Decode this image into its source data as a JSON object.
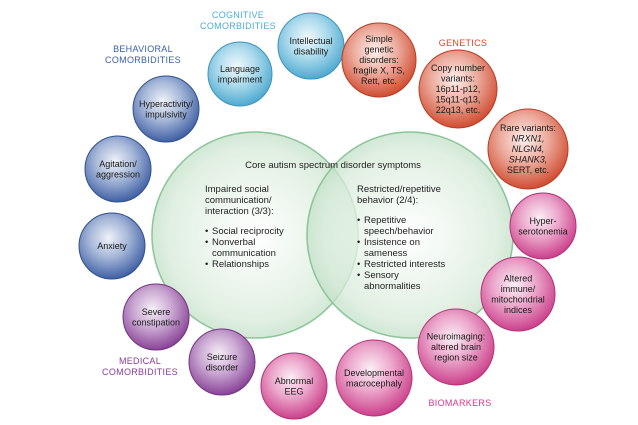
{
  "categories": {
    "cognitive": {
      "lines": [
        "COGNITIVE",
        "COMORBIDITIES"
      ],
      "color": "#4aaed8"
    },
    "behavioral": {
      "lines": [
        "BEHAVIORAL",
        "COMORBIDITIES"
      ],
      "color": "#3a5ea8"
    },
    "medical": {
      "lines": [
        "MEDICAL",
        "COMORBIDITIES"
      ],
      "color": "#8a3d9a"
    },
    "genetics": {
      "lines": [
        "GENETICS"
      ],
      "color": "#d8482a"
    },
    "biomarkers": {
      "lines": [
        "BIOMARKERS"
      ],
      "color": "#d23a8c"
    }
  },
  "venn": {
    "title": "Core autism spectrum disorder symptoms",
    "left": {
      "heading": [
        "Impaired social",
        "communication/",
        "interaction (3/3):"
      ],
      "bullets": [
        "Social reciprocity",
        "Nonverbal",
        "communication",
        "Relationships"
      ],
      "bullet_flags": [
        true,
        true,
        false,
        true
      ]
    },
    "right": {
      "heading": [
        "Restricted/repetitive",
        "behavior (2/4):"
      ],
      "bullets": [
        "Repetitive",
        "speech/behavior",
        "Insistence on",
        "sameness",
        "Restricted interests",
        "Sensory",
        "abnormalities"
      ],
      "bullet_flags": [
        true,
        false,
        true,
        false,
        true,
        true,
        false
      ]
    },
    "fill_left": "#d6ead8",
    "fill_right": "#d6ead8",
    "stroke": "#8cc59a"
  },
  "nodes": [
    {
      "id": "language",
      "group": "cognitive",
      "lines": [
        "Language",
        "impairment"
      ]
    },
    {
      "id": "intellectual",
      "group": "cognitive",
      "lines": [
        "Intellectual",
        "disability"
      ]
    },
    {
      "id": "hyperactivity",
      "group": "behavioral",
      "lines": [
        "Hyperactivity/",
        "impulsivity"
      ]
    },
    {
      "id": "agitation",
      "group": "behavioral",
      "lines": [
        "Agitation/",
        "aggression"
      ]
    },
    {
      "id": "anxiety",
      "group": "behavioral",
      "lines": [
        "Anxiety"
      ]
    },
    {
      "id": "constipation",
      "group": "medical",
      "lines": [
        "Severe",
        "constipation"
      ]
    },
    {
      "id": "seizure",
      "group": "medical",
      "lines": [
        "Seizure",
        "disorder"
      ]
    },
    {
      "id": "eeg",
      "group": "biomarkers",
      "lines": [
        "Abnormal",
        "EEG"
      ]
    },
    {
      "id": "macrocephaly",
      "group": "biomarkers",
      "lines": [
        "Developmental",
        "macrocephaly"
      ]
    },
    {
      "id": "neuroimaging",
      "group": "biomarkers",
      "lines": [
        "Neuroimaging:",
        "altered brain",
        "region size"
      ]
    },
    {
      "id": "immune",
      "group": "biomarkers",
      "lines": [
        "Altered",
        "immune/",
        "mitochondrial",
        "indices"
      ]
    },
    {
      "id": "serotonemia",
      "group": "biomarkers",
      "lines": [
        "Hyper-",
        "serotonemia"
      ]
    },
    {
      "id": "simple",
      "group": "genetics",
      "lines": [
        "Simple",
        "genetic",
        "disorders:",
        "fragile X, TS,",
        "Rett, etc."
      ]
    },
    {
      "id": "cnv",
      "group": "genetics",
      "lines": [
        "Copy number",
        "variants:",
        "16p11-p12,",
        "15q11-q13,",
        "22q13, etc."
      ]
    },
    {
      "id": "rare",
      "group": "genetics",
      "lines": [
        "Rare variants:",
        "NRXN1,",
        "NLGN4,",
        "SHANK3,",
        "SERT, etc."
      ],
      "italic_lines": [
        false,
        true,
        true,
        true,
        false
      ]
    }
  ]
}
